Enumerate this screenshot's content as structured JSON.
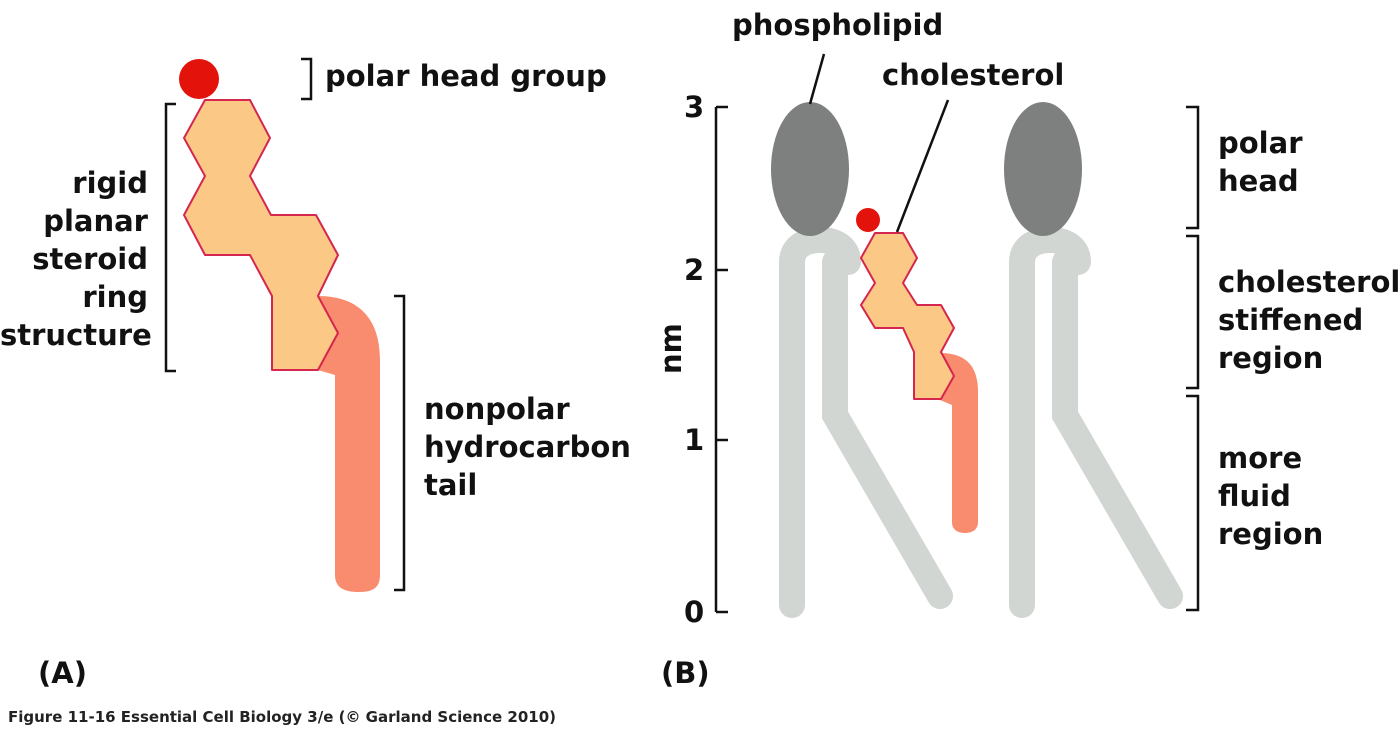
{
  "panel_a": {
    "letter": "(A)",
    "polar_head_group": "polar head group",
    "rigid_lines": [
      "rigid",
      "planar",
      "steroid",
      "ring",
      "structure"
    ],
    "nonpolar_lines": [
      "nonpolar",
      "hydrocarbon",
      "tail"
    ]
  },
  "panel_b": {
    "letter": "(B)",
    "phospholipid": "phospholipid",
    "cholesterol": "cholesterol",
    "axis_label": "nm",
    "ticks": [
      "0",
      "1",
      "2",
      "3"
    ],
    "polar_head_lines": [
      "polar",
      "head"
    ],
    "stiffened_lines": [
      "cholesterol-",
      "stiffened",
      "region"
    ],
    "fluid_lines": [
      "more",
      "fluid",
      "region"
    ]
  },
  "caption": "Figure 11-16  Essential Cell Biology 3/e (© Garland Science 2010)",
  "colors": {
    "polar_head_red": "#e3120b",
    "steroid_ring_fill": "#fcc886",
    "steroid_ring_edge": "#d4264e",
    "hydrocarbon_tail": "#f98c6e",
    "phospholipid_head": "#7d807e",
    "phospholipid_tail": "#d2d6d3"
  }
}
